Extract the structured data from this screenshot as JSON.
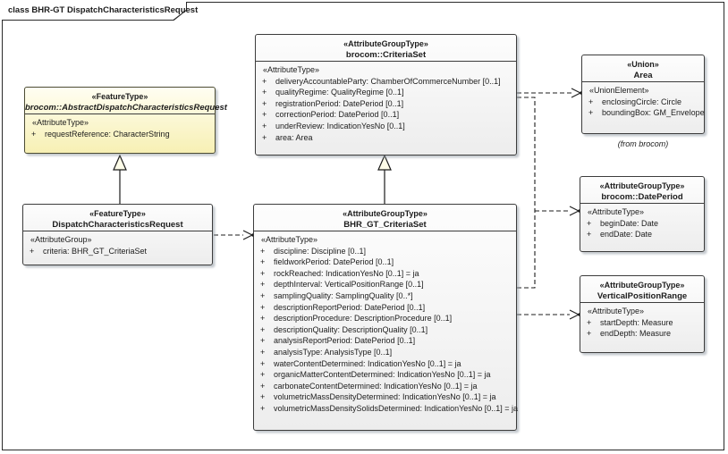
{
  "frame": {
    "label": "class BHR-GT DispatchCharacteristicsRequest"
  },
  "classes": {
    "abstract_request": {
      "stereotype": "«FeatureType»",
      "name": "brocom::AbstractDispatchCharacteristicsRequest",
      "section_label": "«AttributeType»",
      "attributes": [
        {
          "v": "+",
          "t": "requestReference: CharacterString"
        }
      ]
    },
    "dispatch_request": {
      "stereotype": "«FeatureType»",
      "name": "DispatchCharacteristicsRequest",
      "section_label": "«AttributeGroup»",
      "attributes": [
        {
          "v": "+",
          "t": "criteria: BHR_GT_CriteriaSet"
        }
      ]
    },
    "criteria_set": {
      "stereotype": "«AttributeGroupType»",
      "name": "brocom::CriteriaSet",
      "section_label": "«AttributeType»",
      "attributes": [
        {
          "v": "+",
          "t": "deliveryAccountableParty: ChamberOfCommerceNumber [0..1]"
        },
        {
          "v": "+",
          "t": "qualityRegime: QualityRegime [0..1]"
        },
        {
          "v": "+",
          "t": "registrationPeriod: DatePeriod [0..1]"
        },
        {
          "v": "+",
          "t": "correctionPeriod: DatePeriod [0..1]"
        },
        {
          "v": "+",
          "t": "underReview: IndicationYesNo [0..1]"
        },
        {
          "v": "+",
          "t": "area: Area"
        }
      ]
    },
    "bhr_gt_criteria_set": {
      "stereotype": "«AttributeGroupType»",
      "name": "BHR_GT_CriteriaSet",
      "section_label": "«AttributeType»",
      "attributes": [
        {
          "v": "+",
          "t": "discipline: Discipline [0..1]"
        },
        {
          "v": "+",
          "t": "fieldworkPeriod: DatePeriod [0..1]"
        },
        {
          "v": "+",
          "t": "rockReached: IndicationYesNo [0..1] = ja"
        },
        {
          "v": "+",
          "t": "depthInterval: VerticalPositionRange [0..1]"
        },
        {
          "v": "+",
          "t": "samplingQuality: SamplingQuality [0..*]"
        },
        {
          "v": "+",
          "t": "descriptionReportPeriod: DatePeriod [0..1]"
        },
        {
          "v": "+",
          "t": "descriptionProcedure: DescriptionProcedure [0..1]"
        },
        {
          "v": "+",
          "t": "descriptionQuality: DescriptionQuality [0..1]"
        },
        {
          "v": "+",
          "t": "analysisReportPeriod: DatePeriod [0..1]"
        },
        {
          "v": "+",
          "t": "analysisType: AnalysisType [0..1]"
        },
        {
          "v": "+",
          "t": "waterContentDetermined: IndicationYesNo [0..1] = ja"
        },
        {
          "v": "+",
          "t": "organicMatterContentDetermined: IndicationYesNo [0..1] = ja"
        },
        {
          "v": "+",
          "t": "carbonateContentDetermined: IndicationYesNo [0..1] = ja"
        },
        {
          "v": "+",
          "t": "volumetricMassDensityDetermined: IndicationYesNo [0..1] = ja"
        },
        {
          "v": "+",
          "t": "volumetricMassDensitySolidsDetermined: IndicationYesNo [0..1] = ja"
        }
      ]
    },
    "area": {
      "stereotype": "«Union»",
      "name": "Area",
      "section_label": "«UnionElement»",
      "attributes": [
        {
          "v": "+",
          "t": "enclosingCircle: Circle"
        },
        {
          "v": "+",
          "t": "boundingBox: GM_Envelope"
        }
      ],
      "note": "(from brocom)"
    },
    "date_period": {
      "stereotype": "«AttributeGroupType»",
      "name": "brocom::DatePeriod",
      "section_label": "«AttributeType»",
      "attributes": [
        {
          "v": "+",
          "t": "beginDate: Date"
        },
        {
          "v": "+",
          "t": "endDate: Date"
        }
      ]
    },
    "vertical_position_range": {
      "stereotype": "«AttributeGroupType»",
      "name": "VerticalPositionRange",
      "section_label": "«AttributeType»",
      "attributes": [
        {
          "v": "+",
          "t": "startDepth: Measure"
        },
        {
          "v": "+",
          "t": "endDepth: Measure"
        }
      ]
    }
  }
}
